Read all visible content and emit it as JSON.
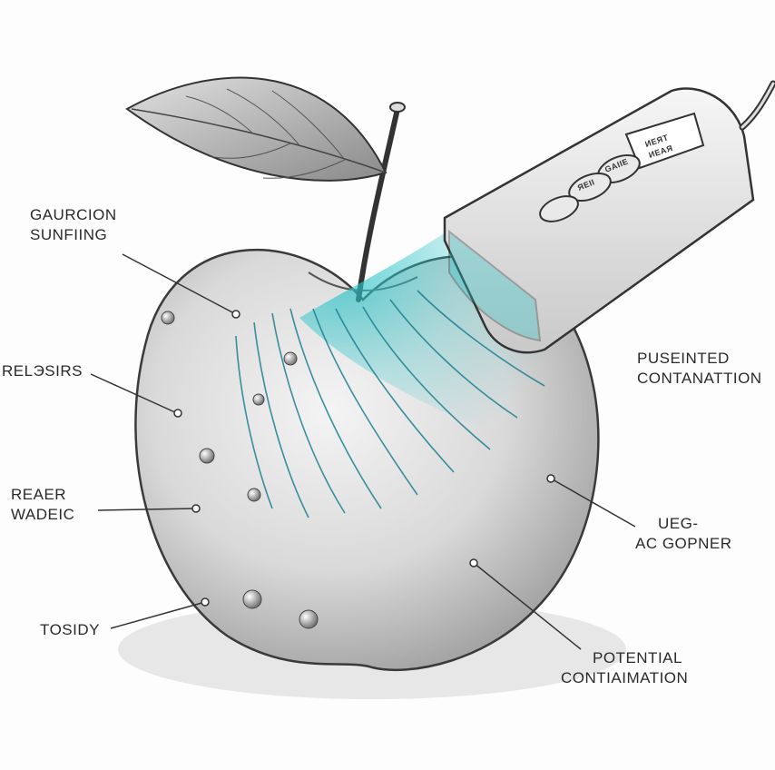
{
  "labels": {
    "top_left": [
      "GAURCION",
      "SUNFIING"
    ],
    "left_upper": [
      "RELЭSIRS"
    ],
    "left_middle": [
      "REAER",
      "WADEIC"
    ],
    "left_bottom": [
      "TOSIDY"
    ],
    "right_upper": [
      "PUSEINTED",
      "CONTANATTION"
    ],
    "right_middle": [
      "UEG-",
      "AC GOPNER"
    ],
    "right_bottom": [
      "POTENTIAL",
      "CONTIAIMATION"
    ]
  },
  "scanner": {
    "screen_text": [
      "ИЕЯТ",
      "ИЕАЯ"
    ],
    "button_labels": [
      "GAIIE",
      "ЯEII"
    ]
  },
  "colors": {
    "ink": "#2a2a2a",
    "scan_beam": "#2ec4c8",
    "scan_lines": "#1a7f8f",
    "paper": "#fdfdfd"
  }
}
